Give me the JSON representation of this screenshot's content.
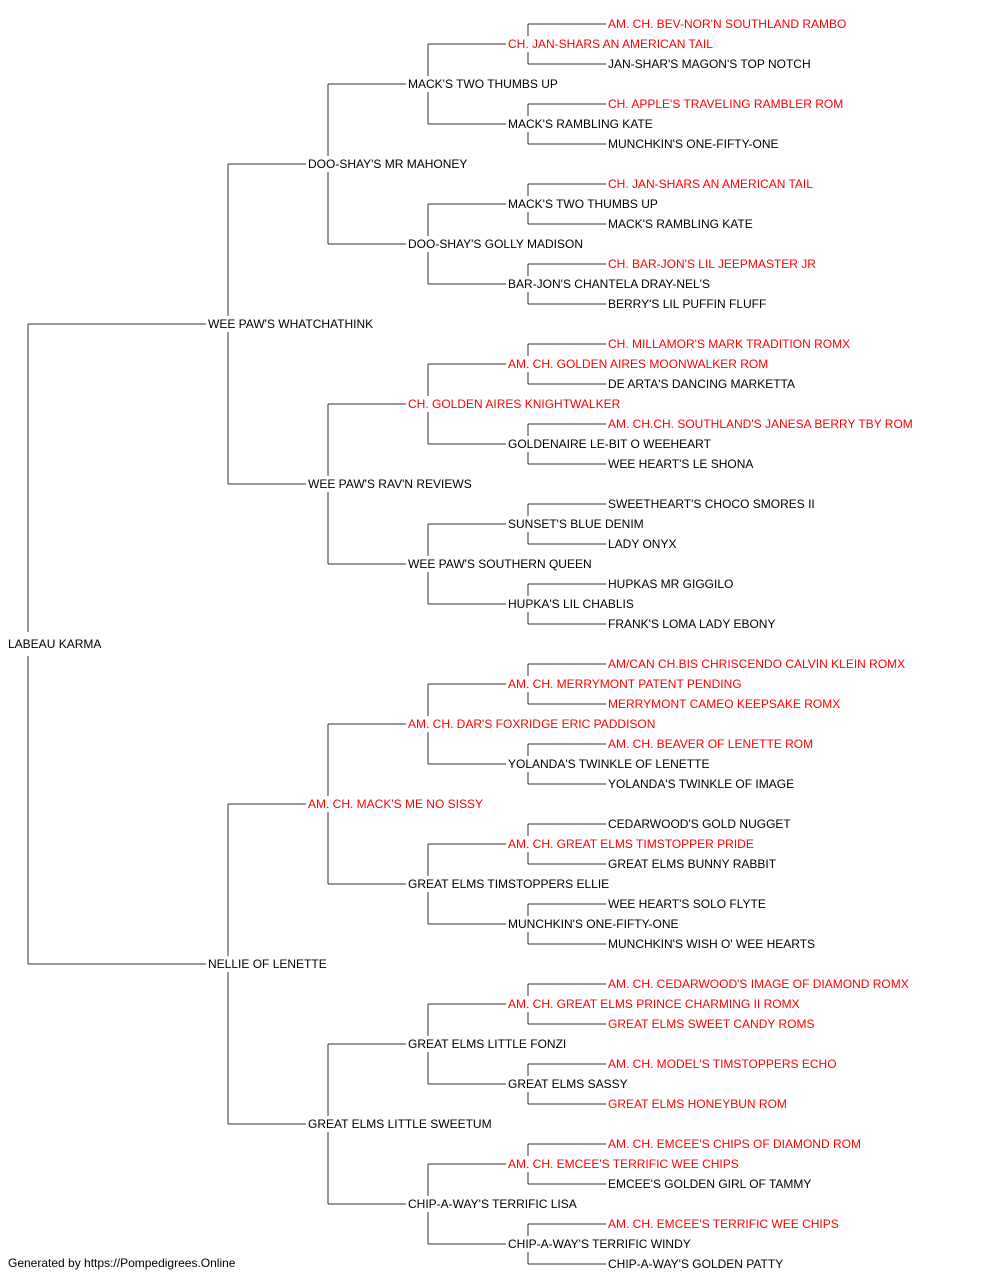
{
  "colors": {
    "champion": "#ff0000",
    "normal": "#000000",
    "connector": "#333333"
  },
  "footer": "Generated by https://Pompedigrees.Online",
  "pedigree": {
    "name": "LABEAU KARMA",
    "ch": false,
    "sire": {
      "name": "WEE PAW'S WHATCHATHINK",
      "ch": false,
      "sire": {
        "name": "DOO-SHAY'S MR MAHONEY",
        "ch": false,
        "sire": {
          "name": "MACK'S TWO THUMBS UP",
          "ch": false,
          "sire": {
            "name": "CH. JAN-SHARS AN AMERICAN TAIL",
            "ch": true,
            "sire": {
              "name": "AM. CH. BEV-NOR'N SOUTHLAND RAMBO",
              "ch": true
            },
            "dam": {
              "name": "JAN-SHAR'S MAGON'S TOP NOTCH",
              "ch": false
            }
          },
          "dam": {
            "name": "MACK'S RAMBLING KATE",
            "ch": false,
            "sire": {
              "name": "CH. APPLE'S TRAVELING RAMBLER ROM",
              "ch": true
            },
            "dam": {
              "name": "MUNCHKIN'S ONE-FIFTY-ONE",
              "ch": false
            }
          }
        },
        "dam": {
          "name": "DOO-SHAY'S GOLLY MADISON",
          "ch": false,
          "sire": {
            "name": "MACK'S TWO THUMBS UP",
            "ch": false,
            "sire": {
              "name": "CH. JAN-SHARS AN AMERICAN TAIL",
              "ch": true
            },
            "dam": {
              "name": "MACK'S RAMBLING KATE",
              "ch": false
            }
          },
          "dam": {
            "name": "BAR-JON'S CHANTELA DRAY-NEL'S",
            "ch": false,
            "sire": {
              "name": "CH. BAR-JON'S LIL JEEPMASTER JR",
              "ch": true
            },
            "dam": {
              "name": "BERRY'S LIL PUFFIN FLUFF",
              "ch": false
            }
          }
        }
      },
      "dam": {
        "name": "WEE PAW'S RAV'N REVIEWS",
        "ch": false,
        "sire": {
          "name": "CH. GOLDEN AIRES KNIGHTWALKER",
          "ch": true,
          "sire": {
            "name": "AM. CH. GOLDEN AIRES MOONWALKER ROM",
            "ch": true,
            "sire": {
              "name": "CH. MILLAMOR'S MARK TRADITION ROMX",
              "ch": true
            },
            "dam": {
              "name": "DE ARTA'S DANCING MARKETTA",
              "ch": false
            }
          },
          "dam": {
            "name": "GOLDENAIRE LE-BIT O WEEHEART",
            "ch": false,
            "sire": {
              "name": "AM. CH.CH. SOUTHLAND'S JANESA BERRY TBY ROM",
              "ch": true
            },
            "dam": {
              "name": "WEE HEART'S LE SHONA",
              "ch": false
            }
          }
        },
        "dam": {
          "name": "WEE PAW'S SOUTHERN QUEEN",
          "ch": false,
          "sire": {
            "name": "SUNSET'S BLUE DENIM",
            "ch": false,
            "sire": {
              "name": "SWEETHEART'S CHOCO SMORES II",
              "ch": false
            },
            "dam": {
              "name": "LADY ONYX",
              "ch": false
            }
          },
          "dam": {
            "name": "HUPKA'S LIL CHABLIS",
            "ch": false,
            "sire": {
              "name": "HUPKAS MR GIGGILO",
              "ch": false
            },
            "dam": {
              "name": "FRANK'S LOMA LADY EBONY",
              "ch": false
            }
          }
        }
      }
    },
    "dam": {
      "name": "NELLIE OF LENETTE",
      "ch": false,
      "sire": {
        "name": "AM. CH. MACK'S ME NO SISSY",
        "ch": true,
        "sire": {
          "name": "AM. CH. DAR'S FOXRIDGE ERIC PADDISON",
          "ch": true,
          "sire": {
            "name": "AM. CH. MERRYMONT PATENT PENDING",
            "ch": true,
            "sire": {
              "name": "AM/CAN CH.BIS CHRISCENDO CALVIN KLEIN ROMX",
              "ch": true
            },
            "dam": {
              "name": "MERRYMONT CAMEO KEEPSAKE ROMX",
              "ch": true
            }
          },
          "dam": {
            "name": "YOLANDA'S TWINKLE OF LENETTE",
            "ch": false,
            "sire": {
              "name": "AM. CH. BEAVER OF LENETTE ROM",
              "ch": true
            },
            "dam": {
              "name": "YOLANDA'S TWINKLE OF IMAGE",
              "ch": false
            }
          }
        },
        "dam": {
          "name": "GREAT ELMS TIMSTOPPERS ELLIE",
          "ch": false,
          "sire": {
            "name": "AM. CH. GREAT ELMS TIMSTOPPER PRIDE",
            "ch": true,
            "sire": {
              "name": "CEDARWOOD'S GOLD NUGGET",
              "ch": false
            },
            "dam": {
              "name": "GREAT ELMS BUNNY RABBIT",
              "ch": false
            }
          },
          "dam": {
            "name": "MUNCHKIN'S ONE-FIFTY-ONE",
            "ch": false,
            "sire": {
              "name": "WEE HEART'S SOLO FLYTE",
              "ch": false
            },
            "dam": {
              "name": "MUNCHKIN'S WISH O' WEE HEARTS",
              "ch": false
            }
          }
        }
      },
      "dam": {
        "name": "GREAT ELMS LITTLE SWEETUM",
        "ch": false,
        "sire": {
          "name": "GREAT ELMS LITTLE FONZI",
          "ch": false,
          "sire": {
            "name": "AM. CH. GREAT ELMS PRINCE CHARMING II ROMX",
            "ch": true,
            "sire": {
              "name": "AM. CH. CEDARWOOD'S IMAGE OF DIAMOND ROMX",
              "ch": true
            },
            "dam": {
              "name": "GREAT ELMS SWEET CANDY ROMS",
              "ch": true
            }
          },
          "dam": {
            "name": "GREAT ELMS SASSY",
            "ch": false,
            "sire": {
              "name": "AM. CH. MODEL'S TIMSTOPPERS ECHO",
              "ch": true
            },
            "dam": {
              "name": "GREAT ELMS HONEYBUN ROM",
              "ch": true
            }
          }
        },
        "dam": {
          "name": "CHIP-A-WAY'S TERRIFIC LISA",
          "ch": false,
          "sire": {
            "name": "AM. CH. EMCEE'S TERRIFIC WEE CHIPS",
            "ch": true,
            "sire": {
              "name": "AM. CH. EMCEE'S CHIPS OF DIAMOND ROM",
              "ch": true
            },
            "dam": {
              "name": "EMCEE'S GOLDEN GIRL OF TAMMY",
              "ch": false
            }
          },
          "dam": {
            "name": "CHIP-A-WAY'S TERRIFIC WINDY",
            "ch": false,
            "sire": {
              "name": "AM. CH. EMCEE'S TERRIFIC WEE CHIPS",
              "ch": true
            },
            "dam": {
              "name": "CHIP-A-WAY'S GOLDEN PATTY",
              "ch": false
            }
          }
        }
      }
    }
  }
}
